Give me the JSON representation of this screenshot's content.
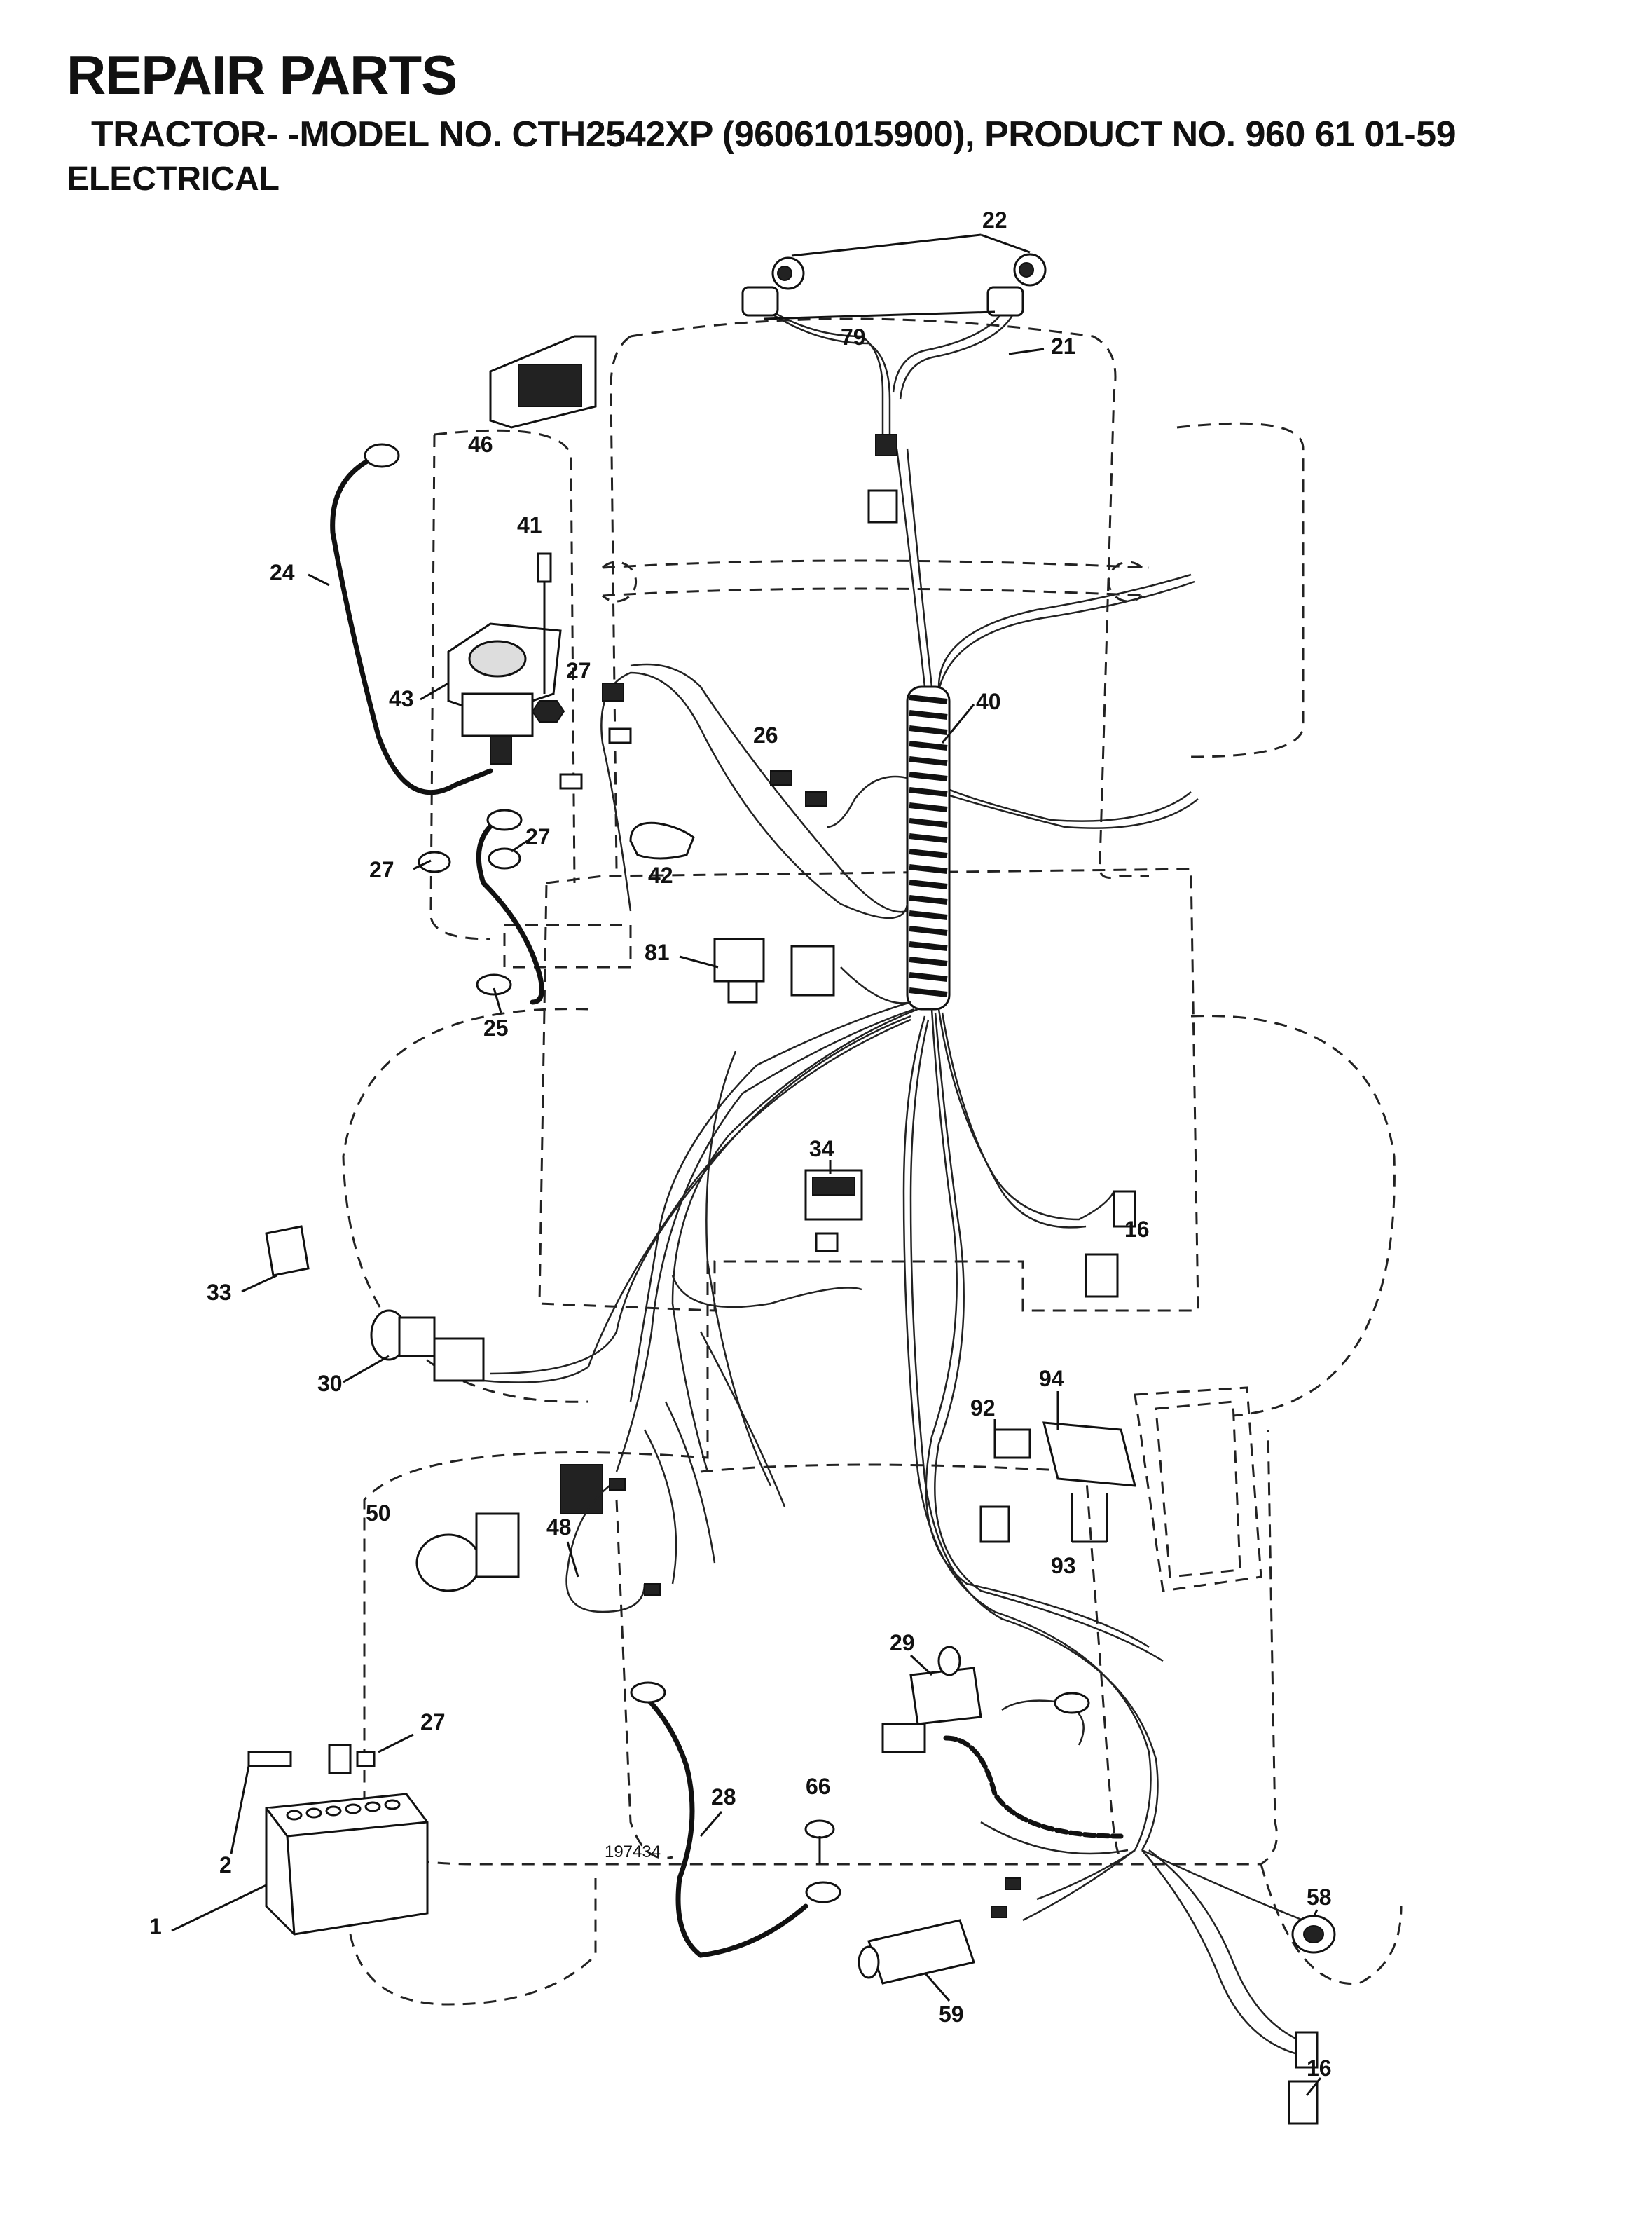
{
  "header": {
    "title": "REPAIR PARTS",
    "subtitle": "TRACTOR- -MODEL NO. CTH2542XP (96061015900), PRODUCT NO. 960 61 01-59",
    "section": "ELECTRICAL"
  },
  "figure_number": "197434",
  "callouts": {
    "c1": "1",
    "c2": "2",
    "c16a": "16",
    "c16b": "16",
    "c21": "21",
    "c22": "22",
    "c24": "24",
    "c25": "25",
    "c26": "26",
    "c27a": "27",
    "c27b": "27",
    "c27c": "27",
    "c27d": "27",
    "c28": "28",
    "c29": "29",
    "c30": "30",
    "c33": "33",
    "c34": "34",
    "c40": "40",
    "c41": "41",
    "c42": "42",
    "c43": "43",
    "c46": "46",
    "c48": "48",
    "c50": "50",
    "c58": "58",
    "c59": "59",
    "c66": "66",
    "c79": "79",
    "c81": "81",
    "c92": "92",
    "c93": "93",
    "c94": "94"
  }
}
